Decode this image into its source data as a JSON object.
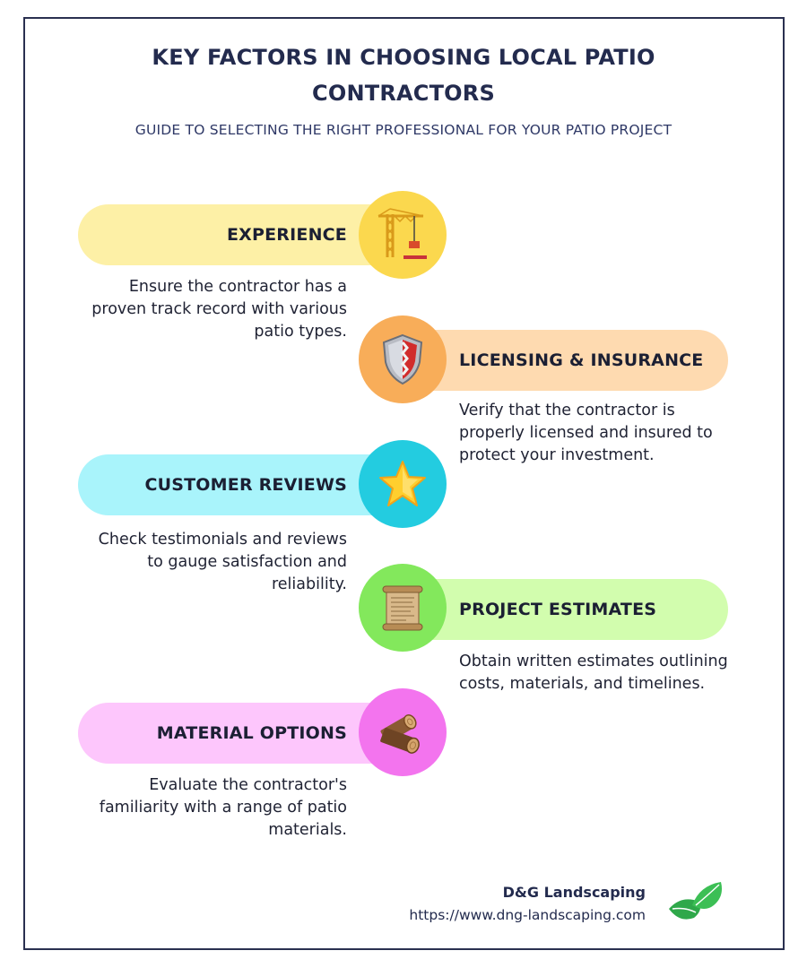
{
  "header": {
    "title": "KEY FACTORS IN CHOOSING LOCAL PATIO CONTRACTORS",
    "subtitle": "GUIDE TO SELECTING THE RIGHT PROFESSIONAL FOR YOUR PATIO PROJECT"
  },
  "factors": [
    {
      "title": "EXPERIENCE",
      "description": "Ensure the contractor has a proven track record with various patio types.",
      "icon": "crane-icon",
      "pill_color": "#fdf0a6",
      "circle_color": "#fbd84e"
    },
    {
      "title": "LICENSING & INSURANCE",
      "description": "Verify that the contractor is properly licensed and insured to protect your investment.",
      "icon": "shield-icon",
      "pill_color": "#fedab0",
      "circle_color": "#f8ad59"
    },
    {
      "title": "CUSTOMER REVIEWS",
      "description": "Check testimonials and reviews to gauge satisfaction and reliability.",
      "icon": "star-icon",
      "pill_color": "#a9f4fb",
      "circle_color": "#23cce0"
    },
    {
      "title": "PROJECT ESTIMATES",
      "description": "Obtain written estimates outlining costs, materials, and timelines.",
      "icon": "scroll-icon",
      "pill_color": "#d2fdae",
      "circle_color": "#83e85c"
    },
    {
      "title": "MATERIAL OPTIONS",
      "description": "Evaluate the contractor's familiarity with a range of patio materials.",
      "icon": "wood-logs-icon",
      "pill_color": "#fdc6fc",
      "circle_color": "#f374ee"
    }
  ],
  "footer": {
    "company": "D&G Landscaping",
    "url": "https://www.dng-landscaping.com",
    "logo_icon": "leaves-icon",
    "logo_color": "#2fa84a"
  }
}
